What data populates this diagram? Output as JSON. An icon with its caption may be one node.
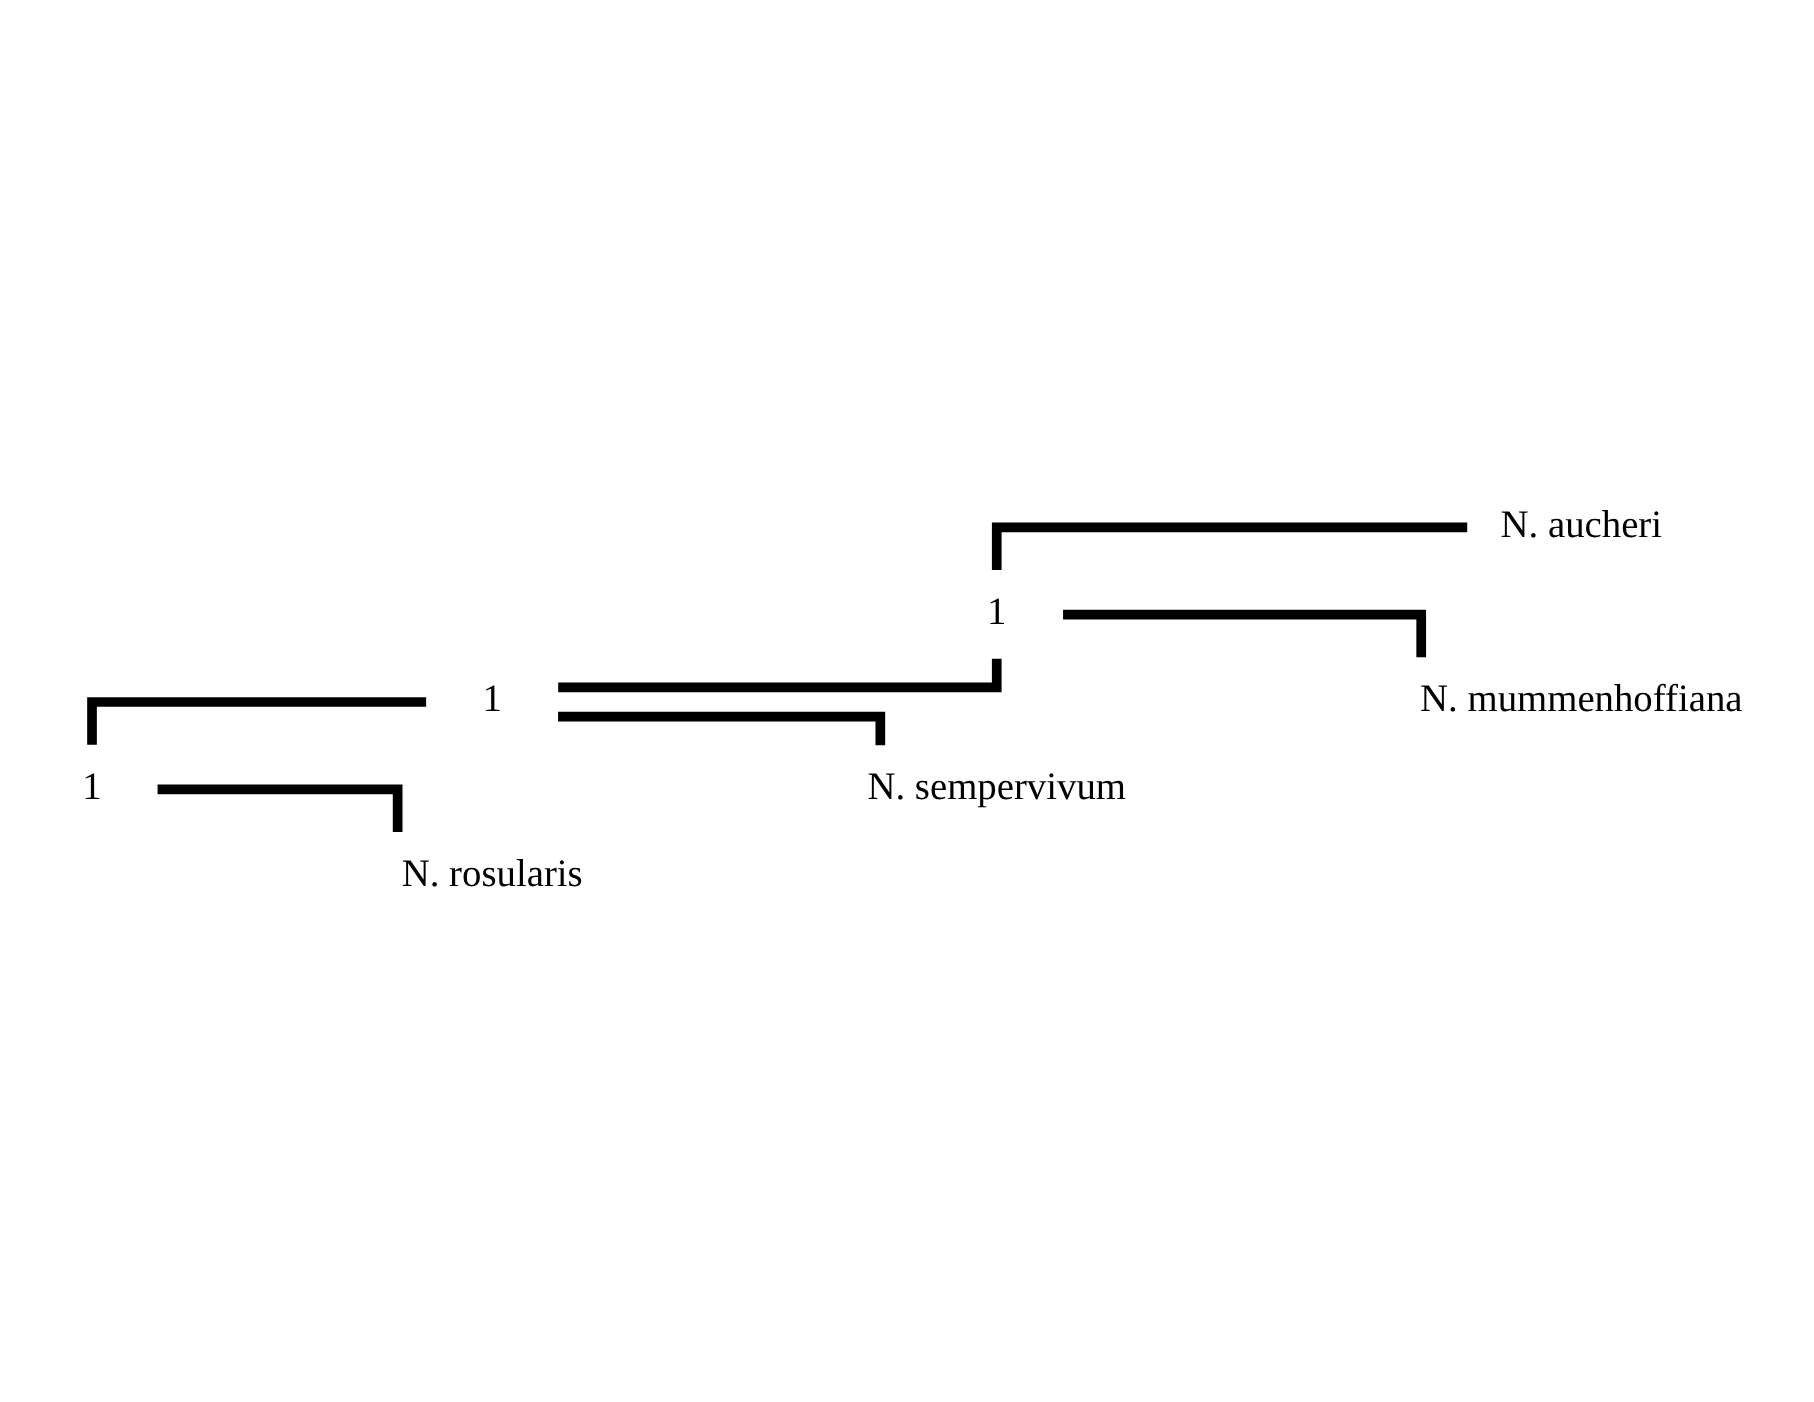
{
  "diagram": {
    "nodes": [
      {
        "text": [
          "1"
        ]
      },
      {
        "text": [
          "1"
        ]
      },
      {
        "text": [
          "1"
        ]
      },
      {
        "text": [
          "N. aucheri"
        ]
      },
      {
        "text": [
          "N. mummenhoffiana"
        ]
      },
      {
        "text": [
          "N. sempervivum"
        ]
      },
      {
        "text": [
          "N. rosularis"
        ]
      }
    ],
    "edges": [
      {
        "from": 0,
        "to": 1,
        "arrow": "none"
      },
      {
        "from": 0,
        "to": 6,
        "arrow": "none"
      },
      {
        "from": 1,
        "to": 2,
        "arrow": "none"
      },
      {
        "from": 1,
        "to": 5,
        "arrow": "none"
      },
      {
        "from": 2,
        "to": 3,
        "arrow": "none"
      },
      {
        "from": 2,
        "to": 4,
        "arrow": "none"
      }
    ]
  }
}
